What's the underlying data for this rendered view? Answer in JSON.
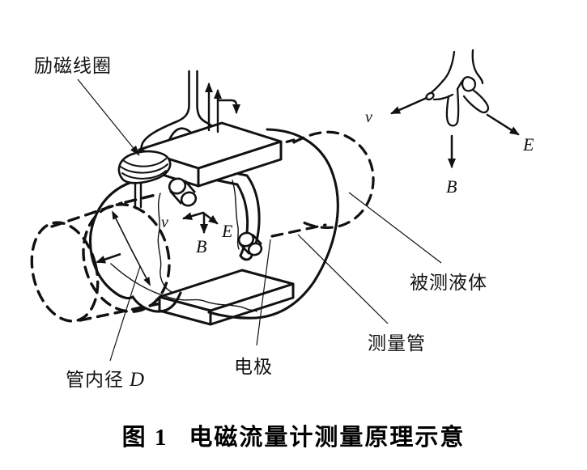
{
  "figure": {
    "caption_fig": "图 1",
    "caption_text": "电磁流量计测量原理示意",
    "labels": {
      "excitation_coil": "励磁线圈",
      "measured_liquid": "被测液体",
      "measuring_tube": "测量管",
      "electrode": "电极",
      "pipe_diameter_prefix": "管内径",
      "pipe_diameter_symbol": "D"
    },
    "vectors": {
      "velocity": "v",
      "electric_field": "E",
      "magnetic_field": "B"
    },
    "colors": {
      "ink": "#111111",
      "background": "#ffffff"
    }
  }
}
